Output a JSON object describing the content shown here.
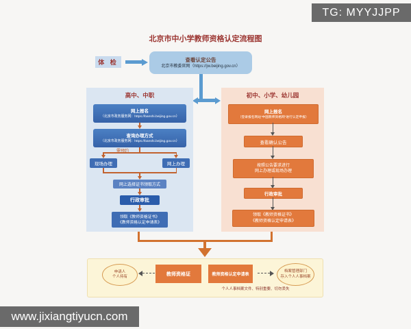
{
  "watermarks": {
    "tg": "TG: MYYJJPP",
    "site": "www.jixiangtiyucn.com"
  },
  "title": "北京市中小学教师资格认定流程图",
  "intro": {
    "health_check": "体 检",
    "notice_title": "查看认定公告",
    "notice_site": "北京市教委官网（https://jw.beijing.gov.cn）"
  },
  "senior_panel": {
    "header": "高中、中职",
    "signup_title": "网上报名",
    "signup_site": "（北京市政务服务网：https://banshi.beijing.gov.cn）",
    "query_title": "查询办理方式",
    "query_site": "（北京市政务服务网：https://banshi.beijing.gov.cn）",
    "branch_label": "需预约",
    "branch_onsite": "现场办理",
    "branch_online": "网上办理",
    "pickup_method": "网上选择证书领取方式",
    "approval": "行政审批",
    "receive_line1": "领取《教师资格证书》",
    "receive_line2": "《教师资格认定申请表》"
  },
  "junior_panel": {
    "header": "初中、小学、幼儿园",
    "signup_title": "网上报名",
    "signup_site": "（登录报名网站“中国教师资格网”进行认定申报）",
    "notice": "查看确认公告",
    "handle_line1": "按照公告要求进行",
    "handle_line2": "网上办理或现场办理",
    "approval": "行政审批",
    "receive_line1": "领取《教师资格证书》",
    "receive_line2": "《教师资格认定申请表》"
  },
  "result_panel": {
    "holder_line1": "申请人",
    "holder_line2": "个人持有",
    "certificate": "教师资格证",
    "application_form": "教师资格认定申请表",
    "archive_line1": "档案管理部门",
    "archive_line2": "存入个人人事档案",
    "caption": "个人人事档案文件、特别重要、切勿丢失"
  },
  "colors": {
    "accent_blue": "#3f6db4",
    "accent_orange": "#e2793c",
    "connector_orange": "#d2722f",
    "arrow_blue": "#5b9bd0",
    "panel_blue_bg": "#dbe6f2",
    "panel_peach_bg": "#f8e0d2",
    "panel_yellow_bg": "#fcf5d8",
    "title_red": "#9b3430",
    "banner_gray": "#6a6a6a"
  }
}
